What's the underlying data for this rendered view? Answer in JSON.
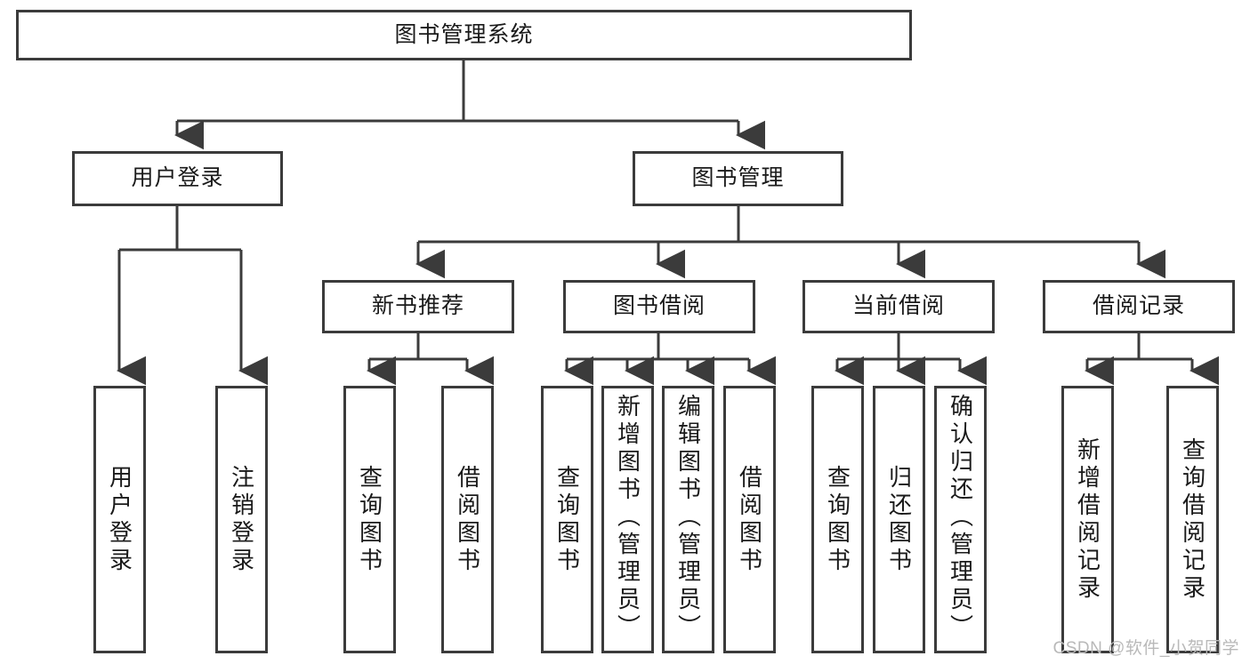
{
  "diagram": {
    "title": "图书管理系统",
    "watermark": "CSDN @软件_小贺同学",
    "colors": {
      "border": "#3b3b3b",
      "background": "#ffffff",
      "text": "#1a1a1a",
      "watermark": "#b9b9b9"
    },
    "levels": {
      "root": {
        "label": "图书管理系统"
      },
      "level2": [
        {
          "label": "用户登录"
        },
        {
          "label": "图书管理"
        }
      ],
      "level3": [
        {
          "label": "新书推荐"
        },
        {
          "label": "图书借阅"
        },
        {
          "label": "当前借阅"
        },
        {
          "label": "借阅记录"
        }
      ],
      "leaves": {
        "user_login": [
          {
            "label": "用户登录"
          },
          {
            "label": "注销登录"
          }
        ],
        "new_book_recommend": [
          {
            "label": "查询图书"
          },
          {
            "label": "借阅图书"
          }
        ],
        "book_borrow": [
          {
            "label": "查询图书"
          },
          {
            "label": "新增图书（管理员）"
          },
          {
            "label": "编辑图书（管理员）"
          },
          {
            "label": "借阅图书"
          }
        ],
        "current_borrow": [
          {
            "label": "查询图书"
          },
          {
            "label": "归还图书"
          },
          {
            "label": "确认归还（管理员）"
          }
        ],
        "borrow_records": [
          {
            "label": "新增借阅记录"
          },
          {
            "label": "查询借阅记录"
          }
        ]
      }
    }
  }
}
